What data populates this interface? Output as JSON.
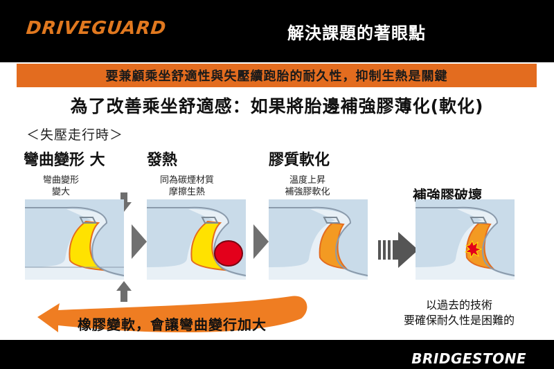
{
  "header": {
    "logo_text": "DRIVEGUARD",
    "title": "解決課題的著眼點"
  },
  "banner": {
    "text": "要兼顧乘坐舒適性與失壓續跑胎的耐久性，抑制生熱是關鍵"
  },
  "subtitle": "為了改善乘坐舒適感：如果將胎邊補強膠薄化(軟化)",
  "section_label": "＜失壓走行時＞",
  "stages": [
    {
      "title": "彎曲變形 大",
      "desc_line1": "彎曲變形",
      "desc_line2": "變大"
    },
    {
      "title": "發熱",
      "desc_line1": "同為碳煙材質",
      "desc_line2": "摩擦生熱"
    },
    {
      "title": "膠質軟化",
      "desc_line1": "溫度上昇",
      "desc_line2": "補強膠軟化"
    },
    {
      "title": "補強膠破壞"
    }
  ],
  "bottom_text": "橡膠變軟，會讓彎曲變行加大",
  "note": {
    "line1": "以過去的技術",
    "line2": "要確保耐久性是困難的"
  },
  "footer": {
    "brand": "BRIDGESTONE"
  },
  "colors": {
    "accent_orange": "#e36c1f",
    "panel_blue": "#c9dbe9",
    "insert_yellow": "#ffe200",
    "heat_red": "#e3001b"
  },
  "icons": [
    "down-arrow-icon",
    "up-arrow-icon",
    "right-triangle-icon",
    "big-right-arrow-icon",
    "curved-arrow-icon",
    "explosion-icon"
  ]
}
